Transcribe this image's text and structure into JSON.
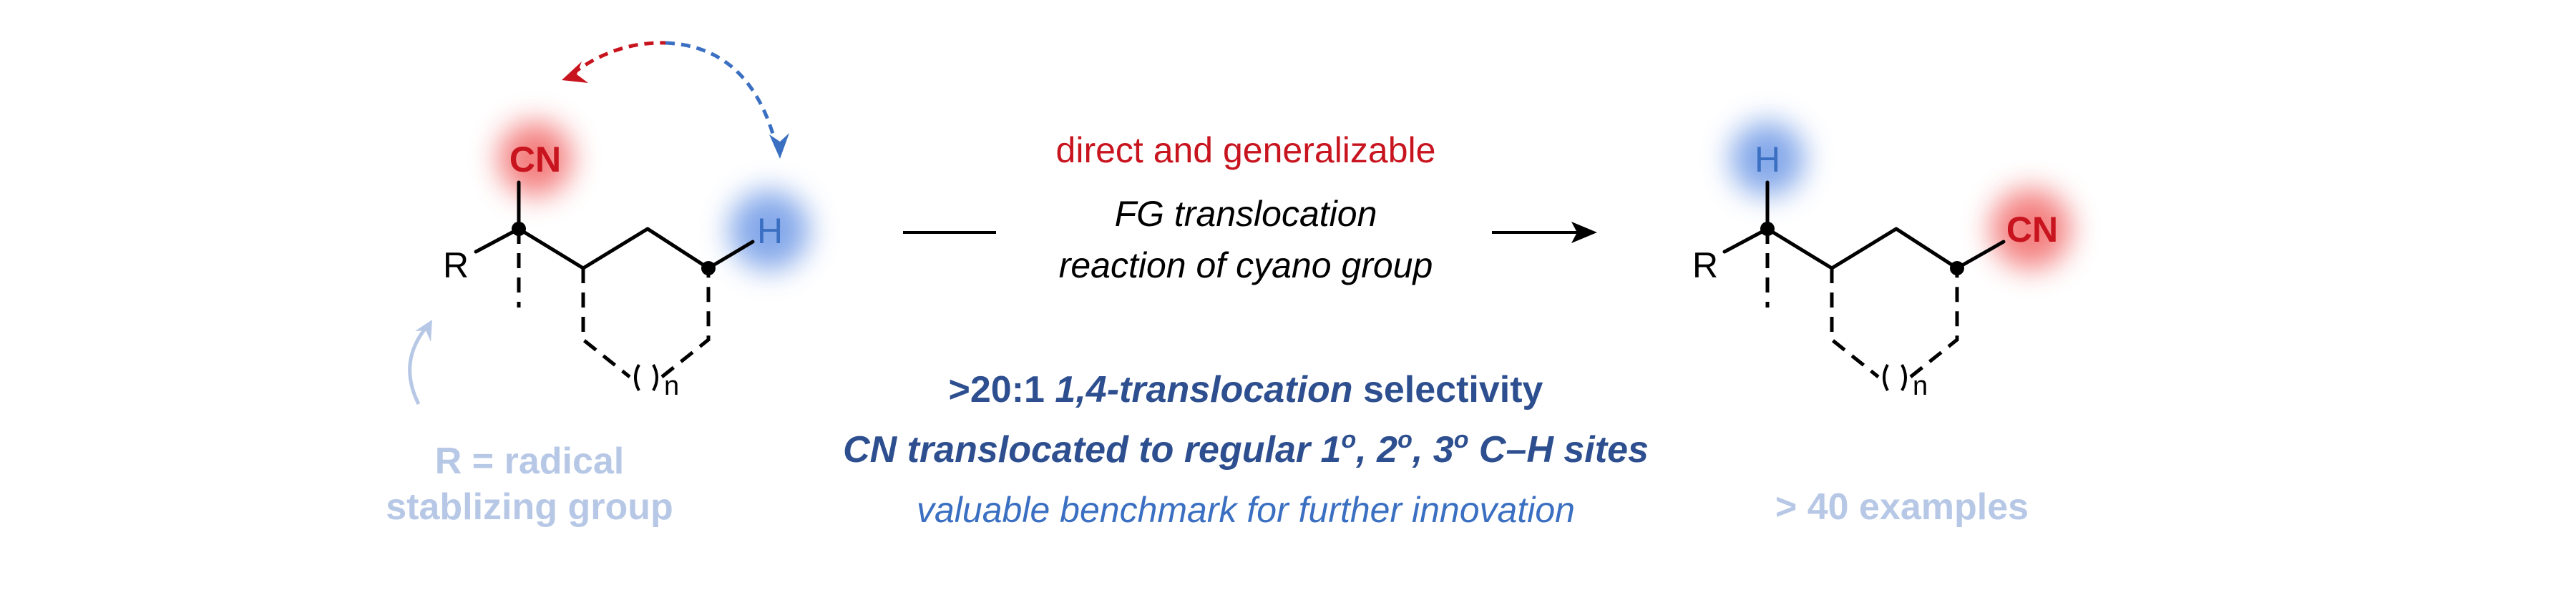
{
  "colors": {
    "red": "#c8141e",
    "blue": "#3a6fc2",
    "navy": "#2e4f8f",
    "pale_blue": "#b7c8e6",
    "black": "#000000"
  },
  "reactant": {
    "cn_label": "CN",
    "h_label": "H",
    "r_label": "R",
    "ring_subscript": "n"
  },
  "product": {
    "h_label": "H",
    "cn_label": "CN",
    "r_label": "R",
    "ring_subscript": "n"
  },
  "arrow_text": {
    "line1": "direct and generalizable",
    "line2": "FG translocation",
    "line3": "reaction of cyano group"
  },
  "highlights": {
    "line1_prefix": ">20:1 ",
    "line1_italic": "1,4-translocation",
    "line1_suffix": " selectivity",
    "line2_text": "CN translocated to regular 1",
    "line2_o1": "o",
    "line2_mid1": ", 2",
    "line2_o2": "o",
    "line2_mid2": ", 3",
    "line2_o3": "o",
    "line2_end": " C–H sites",
    "line3": "valuable benchmark for further innovation"
  },
  "r_note": {
    "line1": "R = radical",
    "line2": "stablizing group"
  },
  "scope_note": "> 40 examples"
}
